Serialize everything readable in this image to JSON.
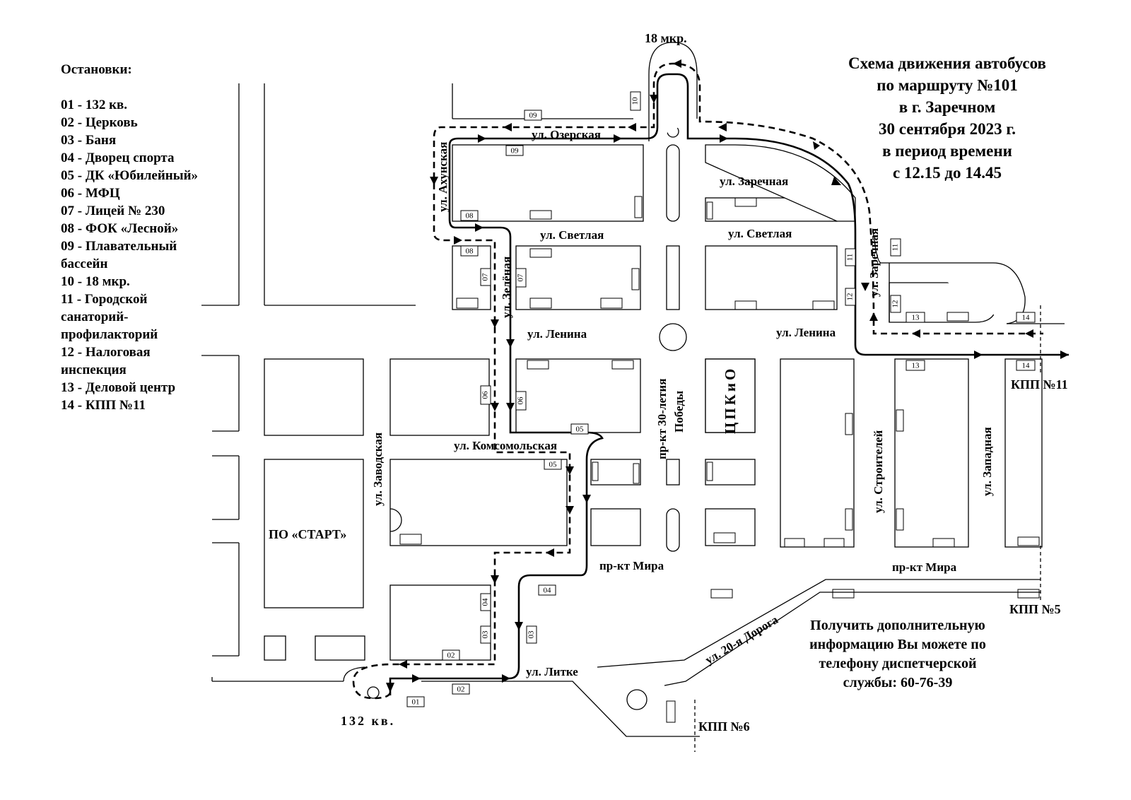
{
  "stops_panel": {
    "title": "Остановки:",
    "items": [
      "01 - 132 кв.",
      "02 - Церковь",
      "03 - Баня",
      "04 - Дворец спорта",
      "05 - ДК «Юбилейный»",
      "06 - МФЦ",
      "07 - Лицей № 230",
      "08 - ФОК «Лесной»",
      "09 - Плавательный",
      "бассейн",
      "10 - 18 мкр.",
      "11 - Городской",
      "санаторий-",
      "профилакторий",
      "12 - Налоговая",
      "инспекция",
      "13 - Деловой центр",
      "14 - КПП №11"
    ]
  },
  "title_lines": [
    "Схема движения автобусов",
    "по маршруту №101",
    "в г. Заречном",
    "30 сентября 2023 г.",
    "в период времени",
    "с 12.15 до 14.45"
  ],
  "info_lines": [
    "Получить дополнительную",
    "информацию Вы можете по",
    "телефону диспетчерской",
    "службы: 60-76-39"
  ],
  "streets": {
    "ozerskaya": "ул. Озерская",
    "akhunskaya": "ул. Ахунская",
    "zarechnaya_h": "ул.  Заречная",
    "zarechnaya_v": "ул. Заречная",
    "svetlaya_1": "ул. Светлая",
    "svetlaya_2": "ул. Светлая",
    "zelenaya": "ул. Зелёная",
    "lenina_1": "ул. Ленина",
    "lenina_2": "ул. Ленина",
    "komsomolskaya": "ул. Комсомольская",
    "zavodskaya": "ул. Заводская",
    "pobedy_1": "пр-кт 30-летия",
    "pobedy_2": "Победы",
    "stroiteley": "ул. Строителей",
    "zapadnaya": "ул. Западная",
    "mira_1": "пр-кт Мира",
    "mira_2": "пр-кт Мира",
    "doroga20": "ул. 20-я Дорога",
    "litke": "ул. Литке"
  },
  "places": {
    "mkr18": "18 мкр.",
    "kv132": "132 кв.",
    "start": "ПО «СТАРТ»",
    "cpkio": "ЦПКиО",
    "kpp11": "КПП №11",
    "kpp5": "КПП  №5",
    "kpp6": "КПП  №6"
  },
  "stop_labels": {
    "s01": "01",
    "s02a": "02",
    "s02b": "02",
    "s03a": "03",
    "s03b": "03",
    "s04a": "04",
    "s04b": "04",
    "s05a": "05",
    "s05b": "05",
    "s06a": "06",
    "s06b": "06",
    "s07a": "07",
    "s07b": "07",
    "s08a": "08",
    "s08b": "08",
    "s09a": "09",
    "s09b": "09",
    "s10": "10",
    "s11a": "11",
    "s11b": "11",
    "s12a": "12",
    "s12b": "12",
    "s13a": "13",
    "s13b": "13",
    "s14a": "14",
    "s14b": "14"
  },
  "legend": {
    "route_forward_style": "solid",
    "route_return_style": "dashed"
  }
}
